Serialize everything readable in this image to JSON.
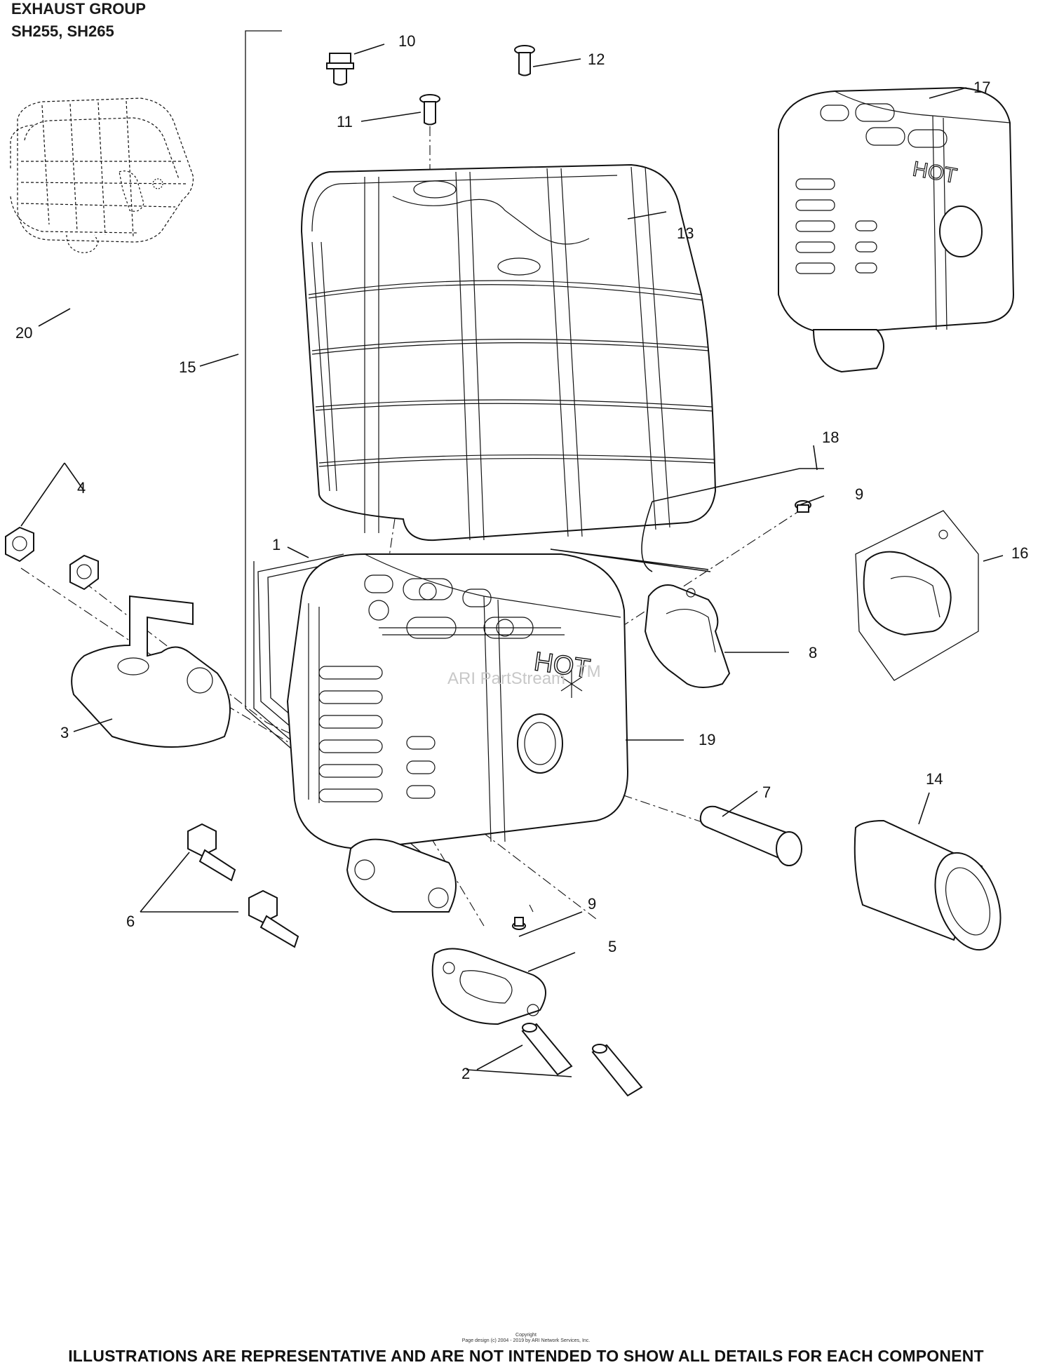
{
  "header": {
    "title_line1": "EXHAUST GROUP",
    "title_line2": "SH255, SH265"
  },
  "callouts": [
    "1",
    "2",
    "3",
    "4",
    "5",
    "6",
    "7",
    "8",
    "9",
    "9",
    "10",
    "11",
    "12",
    "13",
    "14",
    "15",
    "16",
    "17",
    "18",
    "19",
    "20"
  ],
  "watermark": "ARI PartStream",
  "watermark_tm": "TM",
  "copyright": {
    "line1": "Copyright",
    "line2": "Page design (c) 2004 - 2019 by ARI Network Services, Inc."
  },
  "footer": "ILLUSTRATIONS ARE REPRESENTATIVE AND ARE NOT INTENDED TO SHOW ALL DETAILS FOR EACH COMPONENT"
}
